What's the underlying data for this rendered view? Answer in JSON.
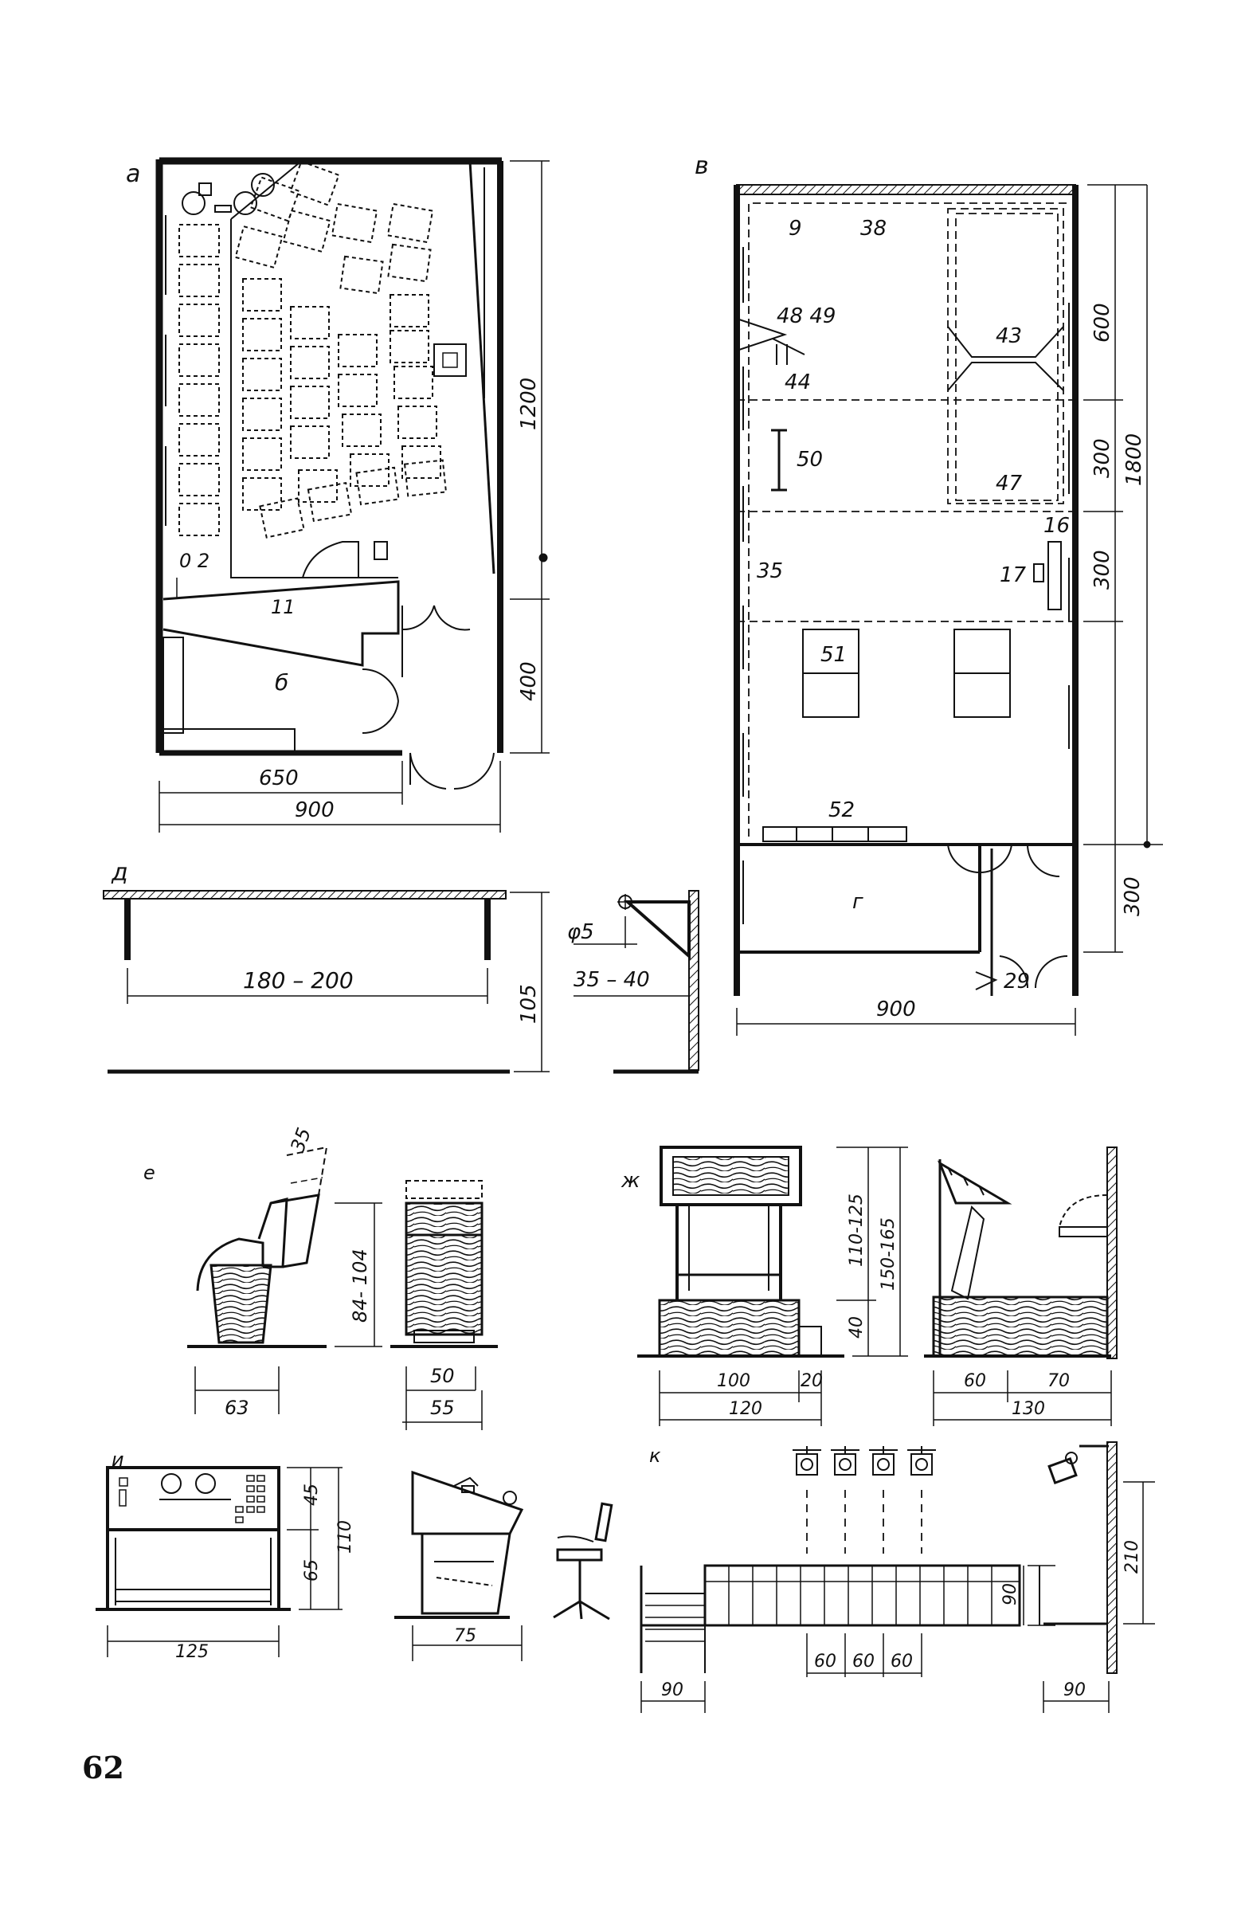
{
  "page": {
    "number": "62"
  },
  "fig_a": {
    "letter": "а",
    "room_b": "б",
    "item_11": "11",
    "dim_0_2": "0 2",
    "dim_1200": "1200",
    "dim_400": "400",
    "dim_650": "650",
    "dim_900": "900"
  },
  "fig_v": {
    "letter": "в",
    "labels": [
      "9",
      "38",
      "48 49",
      "44",
      "43",
      "50",
      "47",
      "16",
      "35",
      "17",
      "51",
      "52",
      "г",
      "29"
    ],
    "dim_600": "600",
    "dim_300a": "300",
    "dim_1800": "1800",
    "dim_300b": "300",
    "dim_300c": "300",
    "dim_900": "900"
  },
  "fig_d": {
    "letter": "д",
    "dim_span": "180 – 200",
    "dim_105": "105",
    "dim_phi": "φ5",
    "dim_35_40": "35 – 40"
  },
  "fig_e": {
    "letter": "е",
    "dim_35": "35",
    "dim_84_104": "84- 104",
    "dim_63": "63",
    "dim_50": "50",
    "dim_55": "55"
  },
  "fig_zh": {
    "letter": "ж",
    "dim_110_125": "110-125",
    "dim_150_165": "150-165",
    "dim_40": "40",
    "dim_100": "100",
    "dim_20": "20",
    "dim_120": "120",
    "dim_60": "60",
    "dim_70": "70",
    "dim_130": "130"
  },
  "fig_i": {
    "letter": "и",
    "dim_45": "45",
    "dim_65": "65",
    "dim_110": "110",
    "dim_125": "125",
    "dim_75": "75"
  },
  "fig_k": {
    "letter": "к",
    "dim_90_h": "90",
    "dim_60a": "60",
    "dim_60b": "60",
    "dim_60c": "60",
    "dim_90_left": "90",
    "dim_90_right": "90",
    "dim_210": "210"
  }
}
